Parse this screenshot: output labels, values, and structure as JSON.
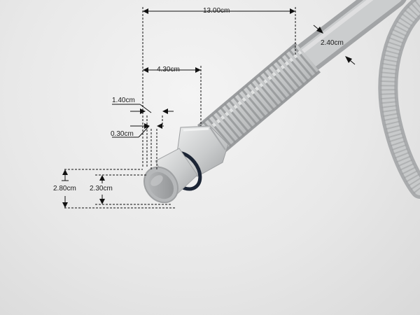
{
  "figure": {
    "subject": "hose-photo",
    "dimensions": {
      "overall_length": "13.00cm",
      "hose_diameter": "2.40cm",
      "connector_length": "4.30cm",
      "gap_a": "1.40cm",
      "gap_b": "0.30cm",
      "outer_diameter": "2.80cm",
      "inner_diameter": "2.30cm"
    }
  },
  "colors": {
    "hose": "#c4c6c7",
    "hose_shadow": "#9a9c9e",
    "hose_highlight": "#e2e3e4",
    "seal_ring": "#1c2535",
    "dimension_line": "#111111"
  }
}
